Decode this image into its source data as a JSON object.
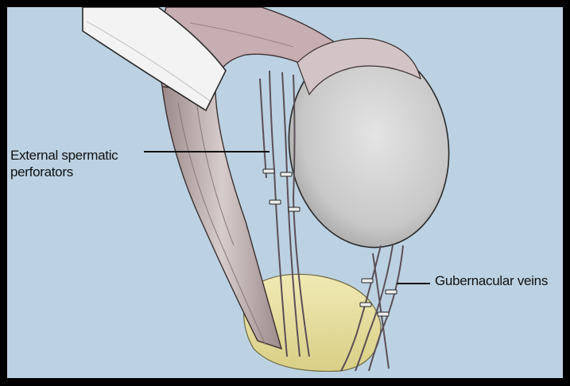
{
  "labels": {
    "external_spermatic_line1": "External spermatic",
    "external_spermatic_line2": "perforators",
    "gubernacular_veins": "Gubernacular veins"
  },
  "colors": {
    "background": "#bcd2e2",
    "frame": "#000000",
    "tissue": "#cfcfcf",
    "cord": "#b8a6a6",
    "retractor": "#f2f2f2",
    "scrotal_fat": "#e9e2a8",
    "outline": "#2a2a2a"
  }
}
